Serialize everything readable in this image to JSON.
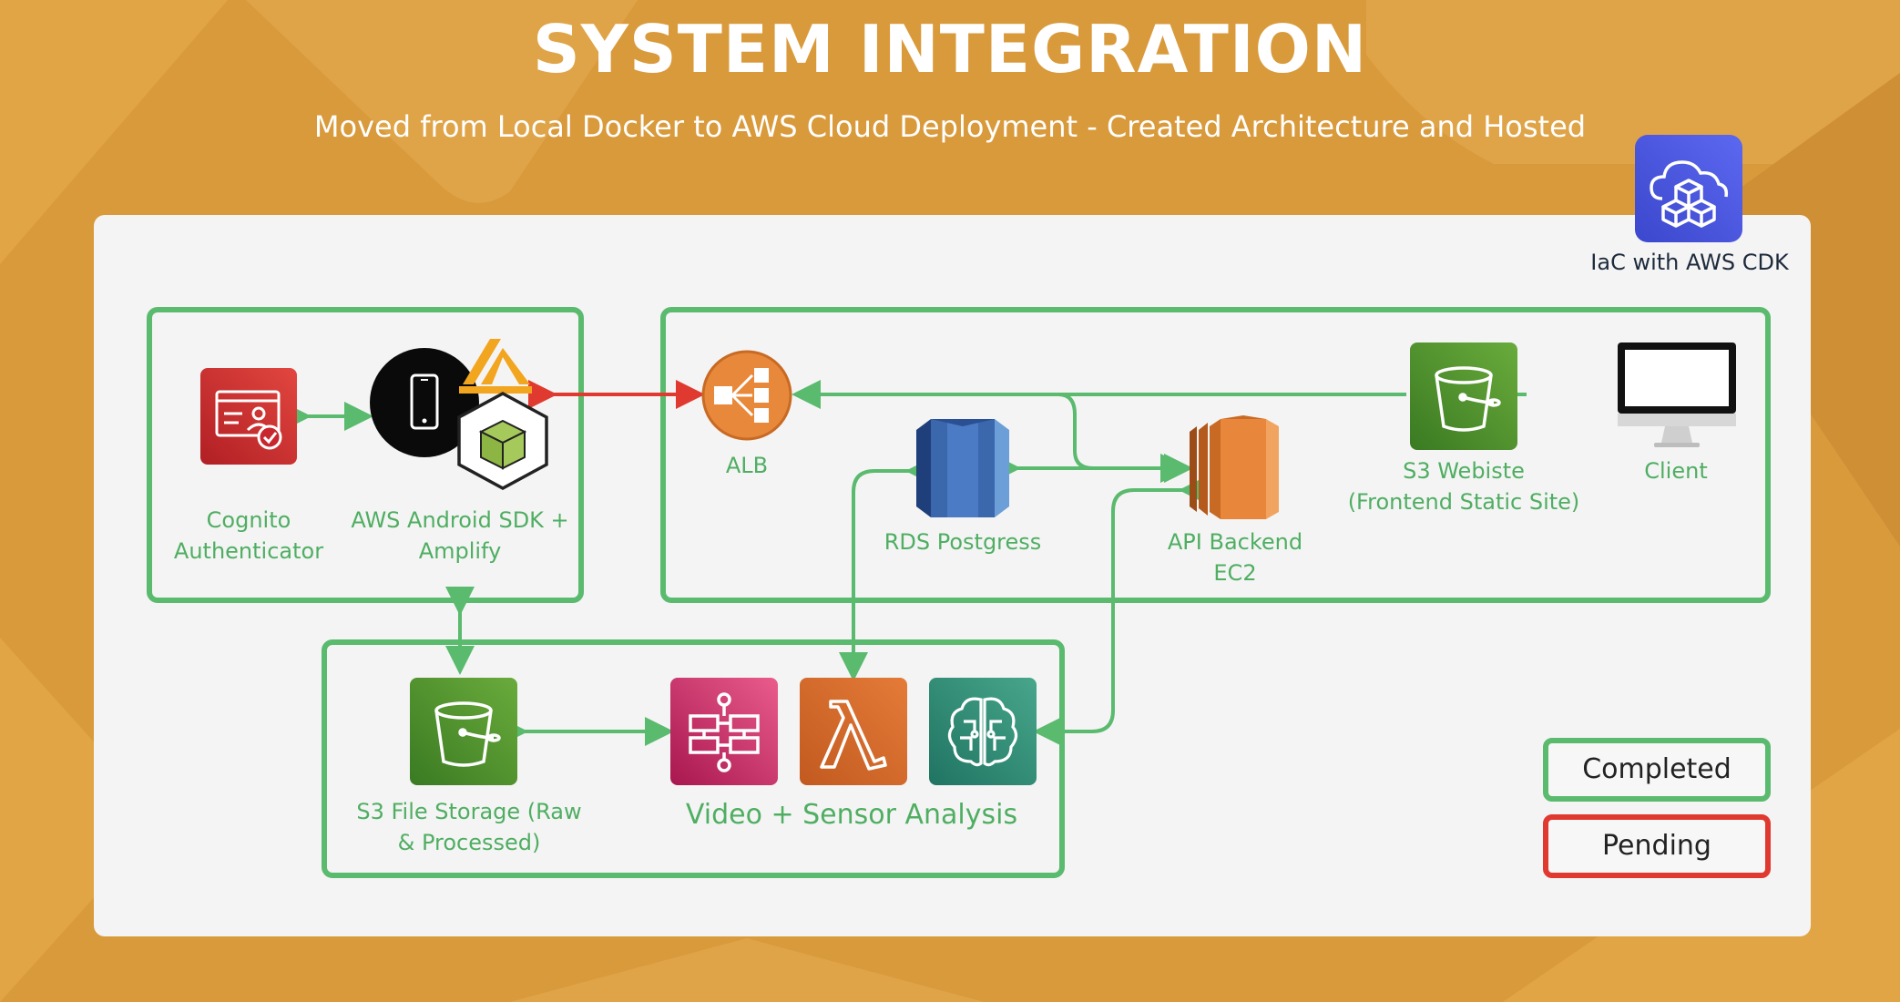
{
  "title": "SYSTEM INTEGRATION",
  "subtitle": "Moved from Local Docker to AWS Cloud Deployment - Created Architecture and Hosted",
  "iac": {
    "label": "IaC with AWS CDK",
    "icon": "cdk-cloud-cubes-icon"
  },
  "nodes": {
    "cognito": {
      "label1": "Cognito",
      "label2": "Authenticator",
      "icon": "cognito-id-card-icon"
    },
    "android": {
      "label1": "AWS Android SDK +",
      "label2": "Amplify",
      "icon": "android-phone-amplify-icon"
    },
    "alb": {
      "label": "ALB",
      "icon": "load-balancer-icon"
    },
    "rds": {
      "label": "RDS Postgress",
      "icon": "rds-database-icon"
    },
    "ec2": {
      "label1": "API Backend",
      "label2": "EC2",
      "icon": "ec2-instance-icon"
    },
    "s3web": {
      "label1": "S3 Webiste",
      "label2": "(Frontend Static Site)",
      "icon": "s3-bucket-icon"
    },
    "client": {
      "label": "Client",
      "icon": "monitor-icon"
    },
    "s3files": {
      "label1": "S3 File Storage (Raw",
      "label2": "& Processed)",
      "icon": "s3-bucket-icon"
    },
    "analysis": {
      "label": "Video + Sensor Analysis",
      "icons": [
        "step-functions-icon",
        "lambda-icon",
        "sagemaker-brain-icon"
      ]
    }
  },
  "legend": {
    "completed": "Completed",
    "pending": "Pending"
  },
  "colors": {
    "background": "#d99a3c",
    "panel": "#f4f4f4",
    "completed": "#5aba6e",
    "pending": "#e0392f",
    "label_text": "#4fae62",
    "alb_orange": "#e8883a",
    "rds_blue": "#3b67ad",
    "ec2_orange": "#e8873b",
    "s3_green": "#4f8a2d",
    "cognito_red": "#c7272d",
    "step_pink": "#c33068",
    "lambda_orange": "#d4692a",
    "sagemaker_teal": "#2c8a72",
    "cdk_blue": "#4651d8"
  }
}
